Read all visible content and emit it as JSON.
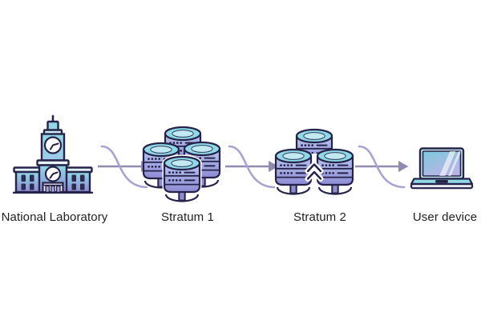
{
  "diagram": {
    "type": "flow",
    "direction": "left-to-right",
    "nodes": [
      {
        "id": "national-laboratory",
        "label": "National Laboratory",
        "icon": "laboratory-building-clock-icon"
      },
      {
        "id": "stratum-1",
        "label": "Stratum 1",
        "icon": "server-cluster-icon",
        "server_count": 4
      },
      {
        "id": "stratum-2",
        "label": "Stratum 2",
        "icon": "server-cluster-icon",
        "server_count": 3
      },
      {
        "id": "user-device",
        "label": "User device",
        "icon": "laptop-icon"
      }
    ],
    "connectors": [
      {
        "from": "national-laboratory",
        "to": "stratum-1",
        "style": "arrow-with-sine-wave"
      },
      {
        "from": "stratum-1",
        "to": "stratum-2",
        "style": "arrow-with-sine-wave"
      },
      {
        "from": "stratum-2",
        "to": "user-device",
        "style": "arrow-with-sine-wave"
      }
    ]
  },
  "colors": {
    "background": "#ffffff",
    "outline": "#26234a",
    "cyan": "#8fd8e6",
    "cyanLight": "#c9ecf3",
    "bodyTop": "#b7c5ee",
    "bodyBottom": "#8e8bd3",
    "purple": "#8f8cd0",
    "windowDark": "#2d2a52",
    "doorPurple": "#a7a3e2",
    "corniceLight": "#e6f6fa",
    "screenTeal": "#7fc8da",
    "screenLavender": "#b7b5e6",
    "laptopBase": "#e9e9f3",
    "arrowLine": "#928bb0",
    "arrowCurve": "#aaa3d2",
    "label": "#1f1f1f"
  }
}
